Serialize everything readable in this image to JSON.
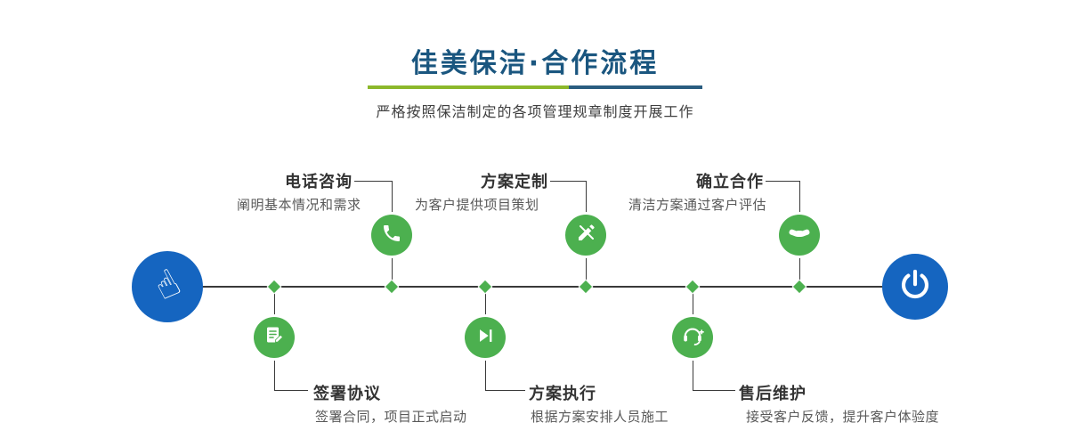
{
  "header": {
    "title": "佳美保洁·合作流程",
    "subtitle": "严格按照保洁制定的各项管理规章制度开展工作"
  },
  "colors": {
    "title_blue": "#1a567f",
    "accent_green": "#4cb04f",
    "node_blue": "#1565c0",
    "divider_green": "#8cb82b",
    "divider_blue": "#2a5d80",
    "line_dark": "#3a3a3a"
  },
  "steps_top": [
    {
      "title": "电话咨询",
      "desc": "阐明基本情况和需求",
      "icon": "phone-icon"
    },
    {
      "title": "方案定制",
      "desc": "为客户提供项目策划",
      "icon": "pencil-ruler-icon"
    },
    {
      "title": "确立合作",
      "desc": "清洁方案通过客户评估",
      "icon": "handshake-icon"
    }
  ],
  "steps_bottom": [
    {
      "title": "签署协议",
      "desc": "签署合同，项目正式启动",
      "icon": "contract-icon"
    },
    {
      "title": "方案执行",
      "desc": "根据方案安排人员施工",
      "icon": "play-icon"
    },
    {
      "title": "售后维护",
      "desc": "接受客户反馈，提升客户体验度",
      "icon": "headset-plus-icon"
    }
  ],
  "endpoints": {
    "start_icon": "pointing-hand-icon",
    "end_icon": "power-icon"
  }
}
